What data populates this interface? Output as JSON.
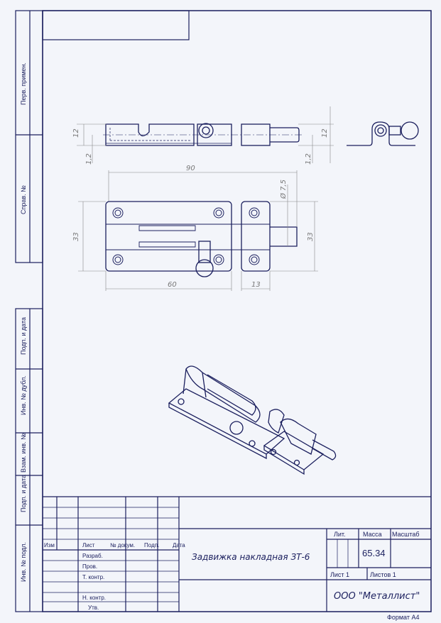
{
  "side_labels": [
    "Перв. примен.",
    "Справ. №",
    "Подп. и дата",
    "Инв. № дубл.",
    "Взам. инв. №",
    "Подп. и дата",
    "Инв. № подл."
  ],
  "title_block": {
    "headers": {
      "izm": "Изм",
      "list": "Лист",
      "doc": "№ докум.",
      "sign": "Подп.",
      "date": "Дата"
    },
    "roles": [
      "Разраб.",
      "Пров.",
      "Т. контр.",
      "Н. контр.",
      "Утв."
    ],
    "title": "Задвижка накладная ЗТ-6",
    "lit": "Лит.",
    "mass_label": "Масса",
    "scale_label": "Масштаб",
    "mass": "65.34",
    "sheet": "Лист 1",
    "sheets": "Листов 1",
    "company": "ООО \"Металлист\"",
    "format": "Формат А4"
  },
  "dimensions": {
    "d12a": "12",
    "d12b": "12",
    "d1_2a": "1,2",
    "d1_2b": "1,2",
    "d90": "90",
    "d7_5": "Ø 7,5",
    "d33a": "33",
    "d33b": "33",
    "d60": "60",
    "d13": "13"
  }
}
